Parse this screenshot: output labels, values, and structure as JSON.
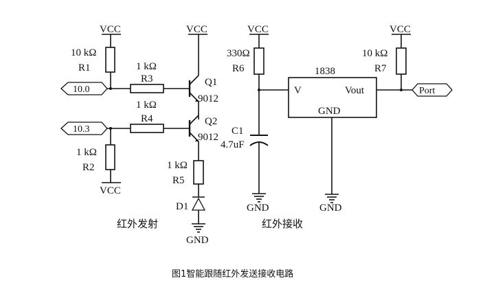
{
  "supplies": {
    "vcc": "VCC",
    "gnd": "GND"
  },
  "resistors": {
    "r1": {
      "name": "R1",
      "value": "10 kΩ"
    },
    "r2": {
      "name": "R2",
      "value": "1 kΩ"
    },
    "r3": {
      "name": "R3",
      "value": "1 kΩ"
    },
    "r4": {
      "name": "R4",
      "value": "1 kΩ"
    },
    "r5": {
      "name": "R5",
      "value": "1 kΩ"
    },
    "r6": {
      "name": "R6",
      "value": "330Ω"
    },
    "r7": {
      "name": "R7",
      "value": "10 kΩ"
    }
  },
  "transistors": {
    "q1": {
      "name": "Q1",
      "part": "9012"
    },
    "q2": {
      "name": "Q2",
      "part": "9012"
    }
  },
  "capacitor": {
    "name": "C1",
    "value": "4.7uF"
  },
  "diode": {
    "name": "D1"
  },
  "receiver_ic": {
    "part": "1838",
    "pin_v": "V",
    "pin_vout": "Vout",
    "pin_gnd": "GND"
  },
  "ports": {
    "p10_0": "10.0",
    "p10_3": "10.3",
    "port": "Port"
  },
  "section_labels": {
    "transmit": "红外发射",
    "receive": "红外接收"
  },
  "caption": "图1智能跟随红外发送接收电路"
}
